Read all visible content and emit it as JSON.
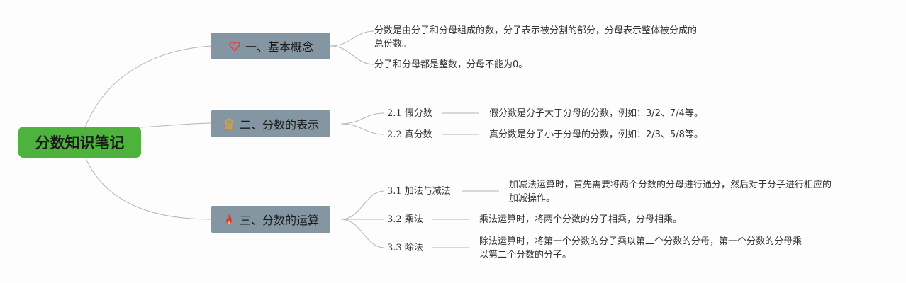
{
  "root": {
    "title": "分数知识笔记"
  },
  "branches": [
    {
      "icon": "heart-icon",
      "label": "一、基本概念",
      "notes": [
        "分数是由分子和分母组成的数，分子表示被分割的部分，分母表示整体被分成的",
        "总份数。",
        "分子和分母都是整数，分母不能为0。"
      ]
    },
    {
      "icon": "award-badge-icon",
      "label": "二、分数的表示",
      "items": [
        {
          "label": "2.1 假分数",
          "detail": "假分数是分子大于分母的分数，例如：3/2、7/4等。"
        },
        {
          "label": "2.2 真分数",
          "detail": "真分数是分子小于分母的分数，例如：2/3、5/8等。"
        }
      ]
    },
    {
      "icon": "flame-icon",
      "label": "三、分数的运算",
      "items": [
        {
          "label": "3.1 加法与减法",
          "detail_lines": [
            "加减法运算时，首先需要将两个分数的分母进行通分，然后对于分子进行相应的",
            "加减操作。"
          ]
        },
        {
          "label": "3.2 乘法",
          "detail_lines": [
            "乘法运算时，将两个分数的分子相乘，分母相乘。"
          ]
        },
        {
          "label": "3.3 除法",
          "detail_lines": [
            "除法运算时，将第一个分数的分子乘以第二个分数的分母，第一个分数的分母乘",
            "以第二个分数的分子。"
          ]
        }
      ]
    }
  ],
  "colors": {
    "root": "#4db33d",
    "branch": "#8596a3",
    "line": "#b4b4b4",
    "heart": "#e0404a",
    "badge": "#e0a030",
    "flame": "#e8321e"
  }
}
